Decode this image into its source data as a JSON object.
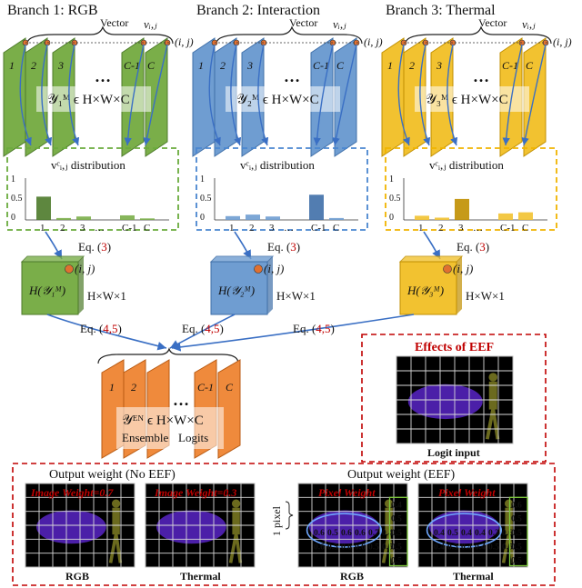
{
  "branches": [
    {
      "title": "Branch 1: RGB",
      "color": "#7aae49",
      "stroke": "#4d7a2a",
      "dash": "#6aab3d",
      "tensor": "𝒴₁ᴹ ϵ H×W×C",
      "h_label": "H(𝒴₁ᴹ)",
      "bars": [
        0.61,
        0.05,
        0.09,
        0.12,
        0.04
      ]
    },
    {
      "title": "Branch 2: Interaction",
      "color": "#6f9dd1",
      "stroke": "#3f6fa8",
      "dash": "#4a86d0",
      "tensor": "𝒴₂ᴹ ϵ H×W×C",
      "h_label": "H(𝒴₂ᴹ)",
      "bars": [
        0.1,
        0.14,
        0.09,
        0.66,
        0.05
      ]
    },
    {
      "title": "Branch 3: Thermal",
      "color": "#f2c230",
      "stroke": "#c08f00",
      "dash": "#f0b400",
      "tensor": "𝒴₃ᴹ ϵ H×W×C",
      "h_label": "H(𝒴₃ᴹ)",
      "bars": [
        0.11,
        0.06,
        0.55,
        0.17,
        0.2
      ]
    }
  ],
  "layer_labels": [
    "1",
    "2",
    "3",
    "C-1",
    "C"
  ],
  "ellipsis": "…",
  "vector_label": "Vector",
  "v_ij": "vᵢ,ⱼ",
  "ij": "(i, j)",
  "dist_label": "vᶜᵢ,ⱼ distribution",
  "dist_yticks": [
    "1",
    "0.5",
    "0"
  ],
  "dist_xticks": [
    "1",
    "2",
    "3",
    "…",
    "C-1",
    "C"
  ],
  "eq3": {
    "pre": "Eq. (",
    "num": "3",
    "post": ")"
  },
  "eq45": {
    "pre": "Eq. (",
    "num": "4,5",
    "post": ")"
  },
  "hw1": "H×W×1",
  "ensemble": {
    "tensor": "𝒴ᴱᴺ ϵ H×W×C",
    "line1": "Ensemble",
    "line2": "Logits",
    "layers": [
      "1",
      "2",
      "…",
      "C-1",
      "C"
    ]
  },
  "eef_title": "Effects of EEF",
  "logit_input": "Logit input",
  "no_eef_title": "Output weight (No EEF)",
  "eef_out_title": "Output weight (EEF)",
  "image_weight_rgb": "Image Weight=0.7",
  "image_weight_th": "Image Weight=0.3",
  "pixel_weight": "Pixel Weight",
  "one_pixel": "1 pixel",
  "rgb_label": "RGB",
  "thermal_label": "Thermal",
  "pixel_rgb": [
    [
      "0.6",
      "0.5",
      "0.6",
      "0.6",
      "0.7",
      "0.4"
    ],
    [
      "0.6",
      "0.5",
      "0.6",
      "0.6",
      "0.5",
      "0.5"
    ]
  ],
  "pixel_th": [
    [
      "0.4",
      "0.5",
      "0.4",
      "0.4",
      "0.3",
      "0.6"
    ],
    [
      "0.4",
      "0.5",
      "0.4",
      "0.4",
      "0.5",
      "0.5"
    ]
  ],
  "side_rgb": [
    "0.4",
    "0.5",
    "0.5",
    "0.5",
    "0.5"
  ],
  "side_th": [
    "0.6",
    "0.5",
    "0.5",
    "0.5",
    "0.5"
  ]
}
